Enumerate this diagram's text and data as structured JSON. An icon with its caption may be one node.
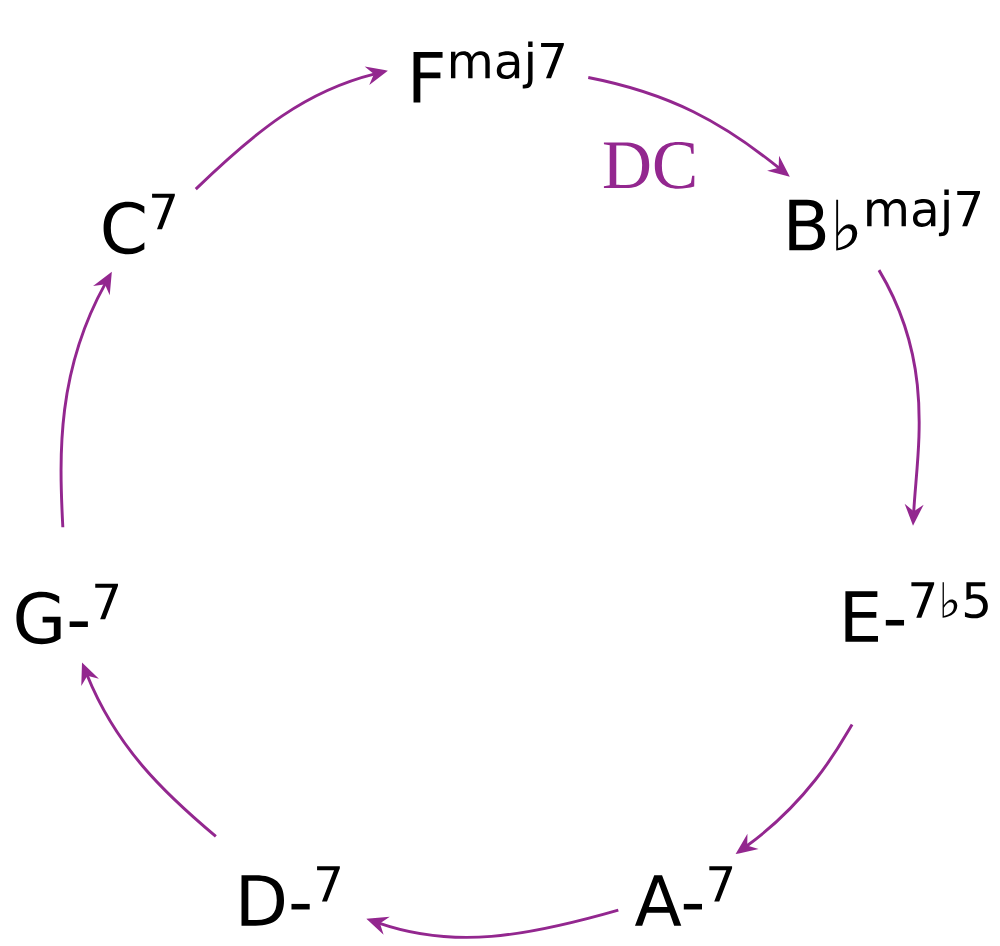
{
  "diagram": {
    "nodes": [
      {
        "text": [
          "F$^{maj7}$"
        ]
      },
      {
        "text": [
          "B♭$^{maj7}$"
        ]
      },
      {
        "text": [
          "E-$^{7♭5}$"
        ]
      },
      {
        "text": [
          "A-$^{7}$"
        ]
      },
      {
        "text": [
          "D-$^{7}$"
        ]
      },
      {
        "text": [
          "G-$^{7}$"
        ]
      },
      {
        "text": [
          "C$^{7}$"
        ]
      }
    ],
    "edges": [
      {
        "from": 0,
        "to": 1,
        "arrow": "to",
        "label": "DC"
      },
      {
        "from": 1,
        "to": 2,
        "arrow": "to"
      },
      {
        "from": 2,
        "to": 3,
        "arrow": "to"
      },
      {
        "from": 3,
        "to": 4,
        "arrow": "to"
      },
      {
        "from": 4,
        "to": 5,
        "arrow": "to"
      },
      {
        "from": 5,
        "to": 6,
        "arrow": "to"
      },
      {
        "from": 6,
        "to": 0,
        "arrow": "to"
      }
    ]
  }
}
